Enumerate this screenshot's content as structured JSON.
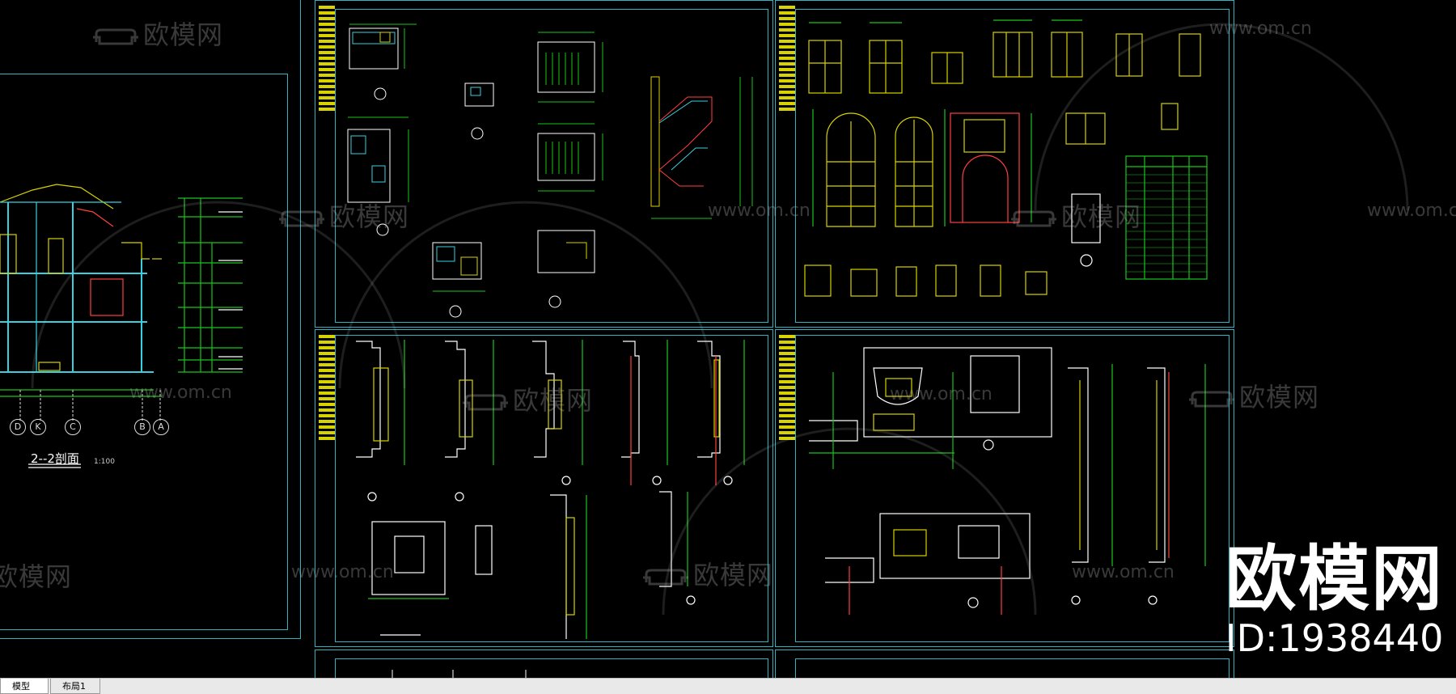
{
  "watermark": {
    "brand": "欧模网",
    "url": "www.om.cn"
  },
  "corner_badge": {
    "brand": "欧模网",
    "id_text": "ID:1938440"
  },
  "drawing": {
    "section_title": "2--2剖面",
    "section_scale": "1:100",
    "axis_labels": [
      "D",
      "K",
      "C",
      "B",
      "A"
    ]
  },
  "tabs": [
    {
      "label": "模型",
      "active": true
    },
    {
      "label": "布局1",
      "active": false
    }
  ],
  "colors": {
    "frame": "#2fb3c2",
    "cad_yellow": "#d8d200",
    "cad_green": "#19c619",
    "cad_cyan": "#38d0e0",
    "background": "#000000"
  }
}
